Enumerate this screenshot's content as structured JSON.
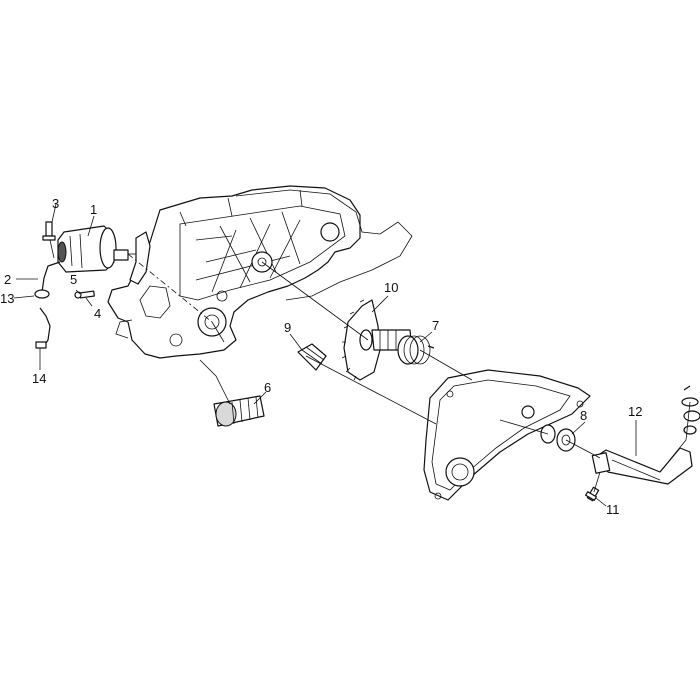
{
  "parts": [
    {
      "id": "1",
      "label": "1"
    },
    {
      "id": "2",
      "label": "2"
    },
    {
      "id": "3",
      "label": "3"
    },
    {
      "id": "4",
      "label": "4"
    },
    {
      "id": "5",
      "label": "5"
    },
    {
      "id": "6",
      "label": "6"
    },
    {
      "id": "7",
      "label": "7"
    },
    {
      "id": "8",
      "label": "8"
    },
    {
      "id": "9",
      "label": "9"
    },
    {
      "id": "10",
      "label": "10"
    },
    {
      "id": "11",
      "label": "11"
    },
    {
      "id": "12",
      "label": "12"
    },
    {
      "id": "13",
      "label": "13"
    },
    {
      "id": "14",
      "label": "14"
    }
  ]
}
